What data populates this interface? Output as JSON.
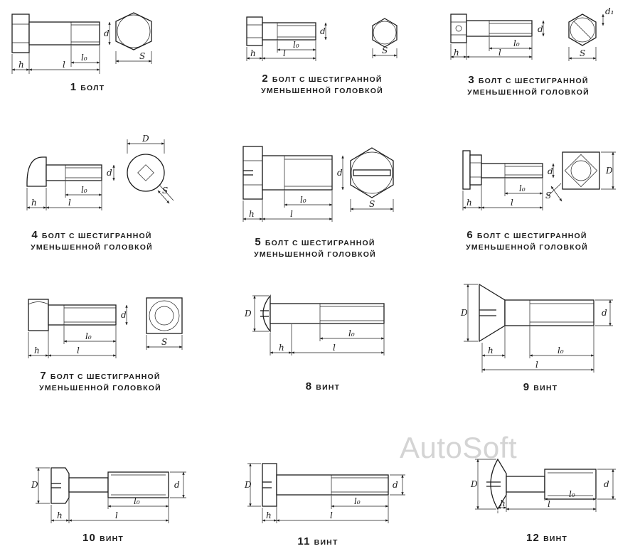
{
  "labels": {
    "h": "h",
    "l": "l",
    "l0": "l₀",
    "d": "d",
    "s": "S",
    "D": "D",
    "d1": "d₁"
  },
  "items": [
    {
      "number": "1",
      "text": "БОЛТ"
    },
    {
      "number": "2",
      "line1": "БОЛТ  С ШЕСТИГРАННОЙ",
      "line2": "УМЕНЬШЕННОЙ ГОЛОВКОЙ"
    },
    {
      "number": "3",
      "line1": "БОЛТ  С ШЕСТИГРАННОЙ",
      "line2": "УМЕНЬШЕННОЙ ГОЛОВКОЙ"
    },
    {
      "number": "4",
      "line1": "БОЛТ  С ШЕСТИГРАННОЙ",
      "line2": "УМЕНЬШЕННОЙ ГОЛОВКОЙ"
    },
    {
      "number": "5",
      "line1": "БОЛТ  С ШЕСТИГРАННОЙ",
      "line2": "УМЕНЬШЕННОЙ ГОЛОВКОЙ"
    },
    {
      "number": "6",
      "line1": "БОЛТ  С ШЕСТИГРАННОЙ",
      "line2": "УМЕНЬШЕННОЙ ГОЛОВКОЙ"
    },
    {
      "number": "7",
      "line1": "БОЛТ  С ШЕСТИГРАННОЙ",
      "line2": "УМЕНЬШЕННОЙ ГОЛОВКОЙ"
    },
    {
      "number": "8",
      "text": "ВИНТ"
    },
    {
      "number": "9",
      "text": "ВИНТ"
    },
    {
      "number": "10",
      "text": "ВИНТ"
    },
    {
      "number": "11",
      "text": "ВИНТ"
    },
    {
      "number": "12",
      "text": "ВИНТ"
    }
  ],
  "watermark": "AutoSoft"
}
